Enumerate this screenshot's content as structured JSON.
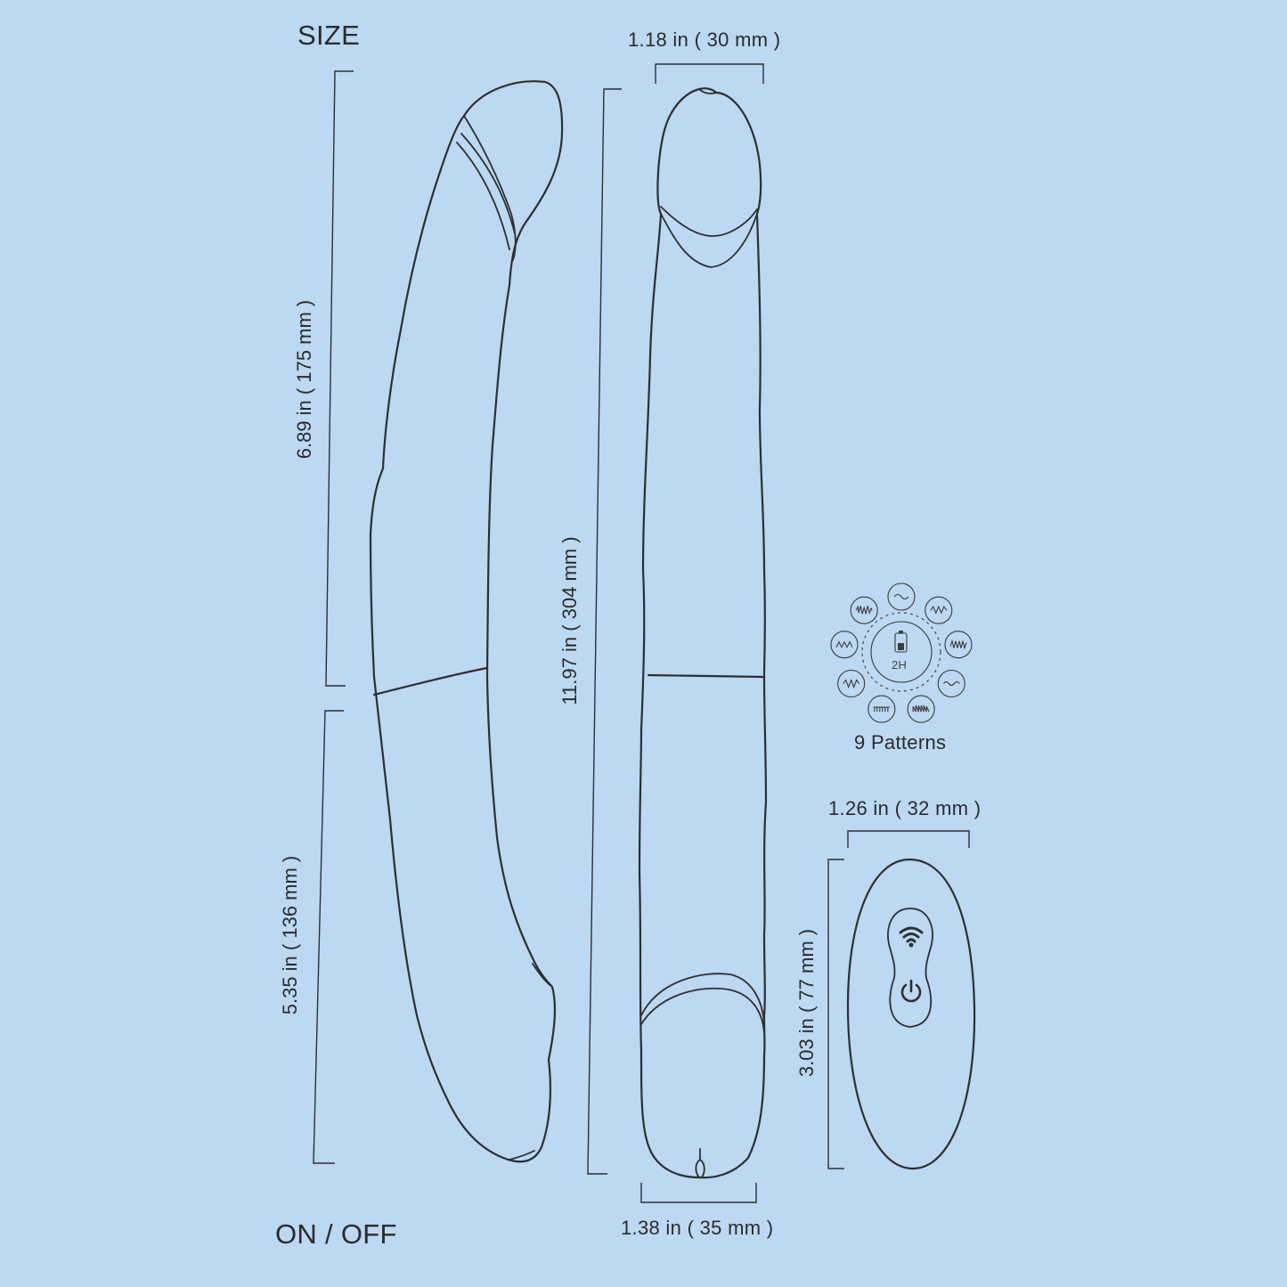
{
  "labels": {
    "size": "SIZE",
    "on_off": "ON / OFF",
    "patterns": "9 Patterns",
    "battery": "2H"
  },
  "dimensions": {
    "upper_length": "6.89 in ( 175 mm )",
    "lower_length": "5.35 in ( 136 mm )",
    "total_length": "11.97 in ( 304 mm )",
    "tip_width": "1.18 in ( 30 mm )",
    "base_width": "1.38 in ( 35 mm )",
    "remote_width": "1.26 in ( 32 mm )",
    "remote_length": "3.03 in ( 77 mm )"
  },
  "icons": {
    "pattern_icons": [
      "wave-pattern-icon",
      "wave-pattern-icon",
      "wave-pattern-icon",
      "wave-pattern-icon",
      "wave-pattern-icon",
      "wave-pattern-icon",
      "wave-pattern-icon",
      "wave-pattern-icon",
      "wave-pattern-icon"
    ],
    "battery": "battery-icon",
    "wireless": "wifi-icon",
    "power": "power-icon"
  },
  "colors": {
    "background": "#bcd8f2",
    "line": "#2f2f2f"
  }
}
